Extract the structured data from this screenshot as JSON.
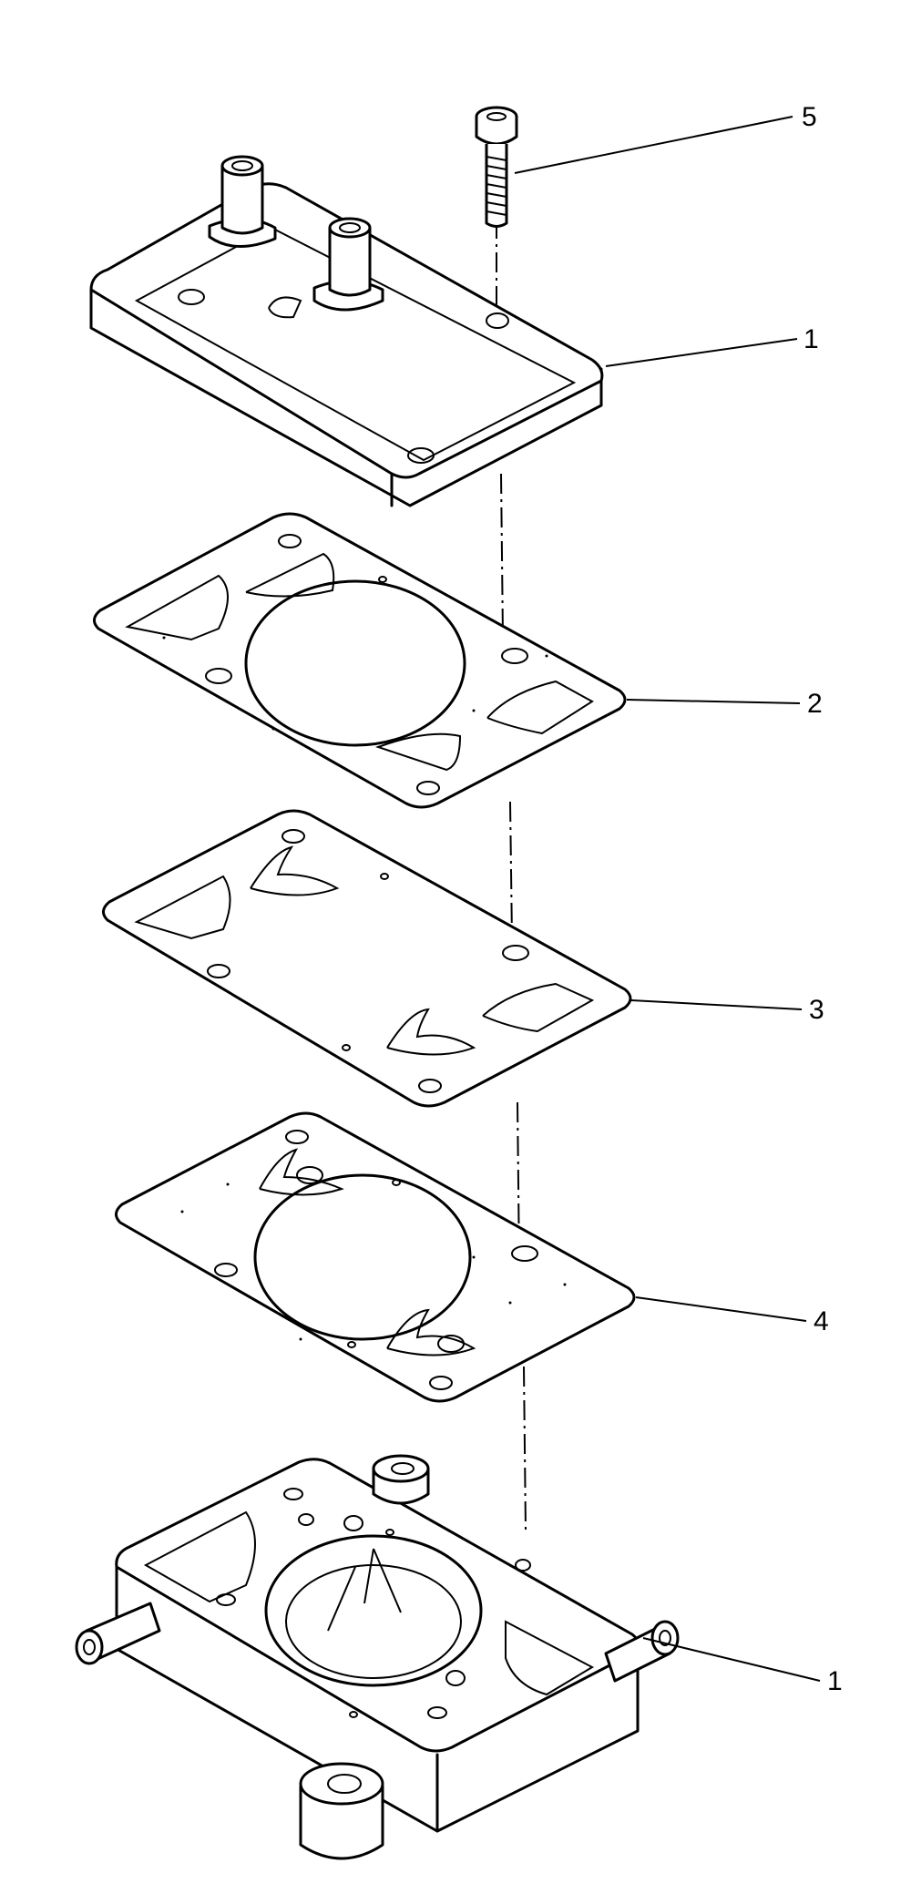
{
  "diagram": {
    "type": "exploded parts view",
    "callouts": [
      {
        "id": "c5",
        "label": "5",
        "part": "screw"
      },
      {
        "id": "c1a",
        "label": "1",
        "part": "cover"
      },
      {
        "id": "c2",
        "label": "2",
        "part": "gasket"
      },
      {
        "id": "c3",
        "label": "3",
        "part": "diaphragm"
      },
      {
        "id": "c4",
        "label": "4",
        "part": "gasket"
      },
      {
        "id": "c1b",
        "label": "1",
        "part": "body"
      }
    ],
    "colors": {
      "ink": "#000000",
      "paper": "#ffffff"
    }
  }
}
